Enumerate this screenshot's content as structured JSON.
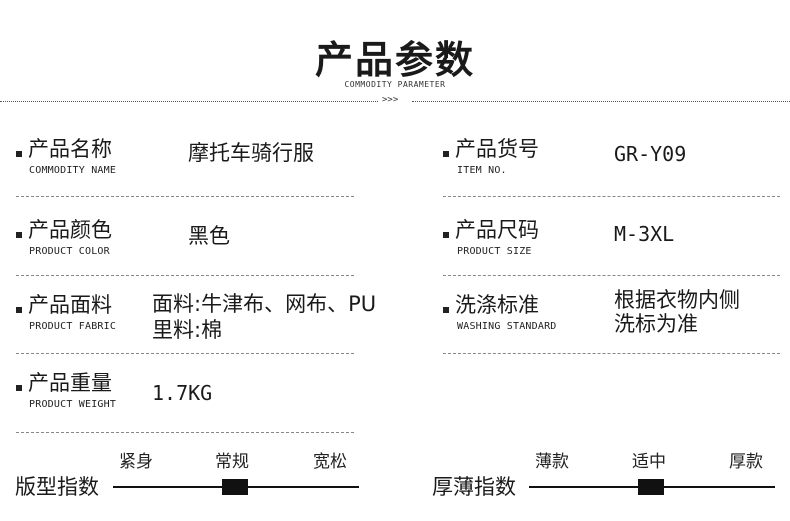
{
  "header": {
    "title": "产品参数",
    "subtitle": "COMMODITY PARAMETER",
    "arrows": ">>>"
  },
  "params": {
    "name": {
      "label": "产品名称",
      "en": "COMMODITY NAME",
      "value": "摩托车骑行服"
    },
    "itemno": {
      "label": "产品货号",
      "en": "ITEM NO.",
      "value": "GR-Y09"
    },
    "color": {
      "label": "产品颜色",
      "en": "PRODUCT COLOR",
      "value": "黑色"
    },
    "size": {
      "label": "产品尺码",
      "en": "PRODUCT SIZE",
      "value": "M-3XL"
    },
    "fabric": {
      "label": "产品面料",
      "en": "PRODUCT FABRIC",
      "value_line1": "面料:牛津布、网布、PU",
      "value_line2": "里料:棉"
    },
    "wash": {
      "label": "洗涤标准",
      "en": "WASHING STANDARD",
      "value_line1": "根据衣物内侧",
      "value_line2": "洗标为准"
    },
    "weight": {
      "label": "产品重量",
      "en": "PRODUCT WEIGHT",
      "value": "1.7KG"
    }
  },
  "fit_index": {
    "title": "版型指数",
    "options": [
      "紧身",
      "常规",
      "宽松"
    ],
    "selected": "常规"
  },
  "thickness_index": {
    "title": "厚薄指数",
    "options": [
      "薄款",
      "适中",
      "厚款"
    ],
    "selected": "适中"
  }
}
